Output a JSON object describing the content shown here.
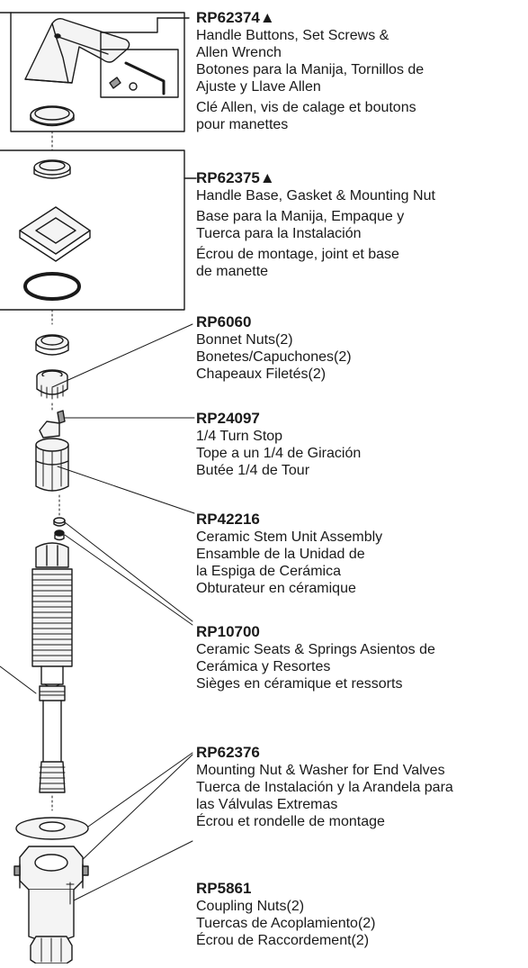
{
  "parts": [
    {
      "number": "RP62374▲",
      "lines_en": [
        "Handle Buttons, Set Screws &",
        "Allen Wrench"
      ],
      "lines_es": [
        "Botones para la Manija, Tornillos de",
        "Ajuste y Llave Allen"
      ],
      "lines_fr": [
        "Clé Allen, vis de calage et boutons",
        "pour manettes"
      ]
    },
    {
      "number": "RP62375▲",
      "lines_en": [
        "Handle Base, Gasket & Mounting Nut"
      ],
      "lines_es": [
        "Base para la Manija, Empaque y",
        "Tuerca para la Instalación"
      ],
      "lines_fr": [
        "Écrou de montage, joint et base",
        "de manette"
      ]
    },
    {
      "number": "RP6060",
      "lines_en": [
        "Bonnet Nuts(2)"
      ],
      "lines_es": [
        "Bonetes/Capuchones(2)"
      ],
      "lines_fr": [
        "Chapeaux Filetés(2)"
      ]
    },
    {
      "number": "RP24097",
      "lines_en": [
        "1/4 Turn Stop"
      ],
      "lines_es": [
        "Tope a un 1/4 de Giración"
      ],
      "lines_fr": [
        "Butée 1/4 de Tour"
      ]
    },
    {
      "number": "RP42216",
      "lines_en": [
        "Ceramic Stem Unit Assembly"
      ],
      "lines_es": [
        "Ensamble de la Unidad de",
        "la Espiga de Cerámica"
      ],
      "lines_fr": [
        "Obturateur en céramique"
      ]
    },
    {
      "number": "RP10700",
      "lines_en": [
        "Ceramic Seats & Springs Asientos de",
        "Cerámica y Resortes"
      ],
      "lines_es": [],
      "lines_fr": [
        "Sièges en céramique et ressorts"
      ]
    },
    {
      "number": "RP62376",
      "lines_en": [
        "Mounting Nut & Washer for End Valves"
      ],
      "lines_es": [
        "Tuerca de Instalación y la Arandela para",
        "las Válvulas Extremas"
      ],
      "lines_fr": [
        "Écrou et rondelle de montage"
      ]
    },
    {
      "number": "RP5861",
      "lines_en": [
        "Coupling Nuts(2)"
      ],
      "lines_es": [
        "Tuercas de Acoplamiento(2)"
      ],
      "lines_fr": [
        "Écrou de Raccordement(2)"
      ]
    }
  ],
  "colors": {
    "ink": "#1a1a1a",
    "part_fill": "#f4f4f4",
    "shade": "#9a9a9a"
  }
}
